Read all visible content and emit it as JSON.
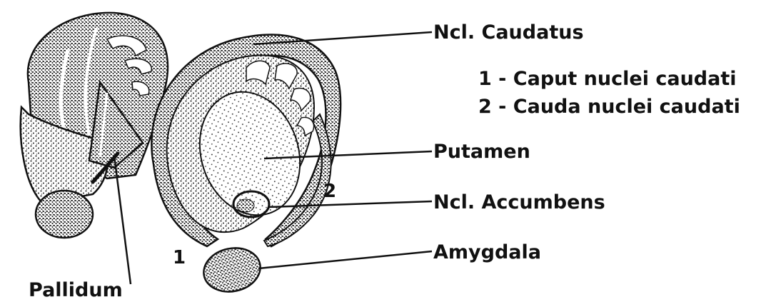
{
  "labels": {
    "ncl_caudatus": "Ncl. Caudatus",
    "legend_1": "1 - Caput nuclei caudati",
    "legend_2": "2 - Cauda nuclei caudati",
    "putamen": "Putamen",
    "ncl_accumbens": "Ncl. Accumbens",
    "amygdala": "Amygdala",
    "pallidum": "Pallidum",
    "marker_1": "1",
    "marker_2": "2"
  }
}
